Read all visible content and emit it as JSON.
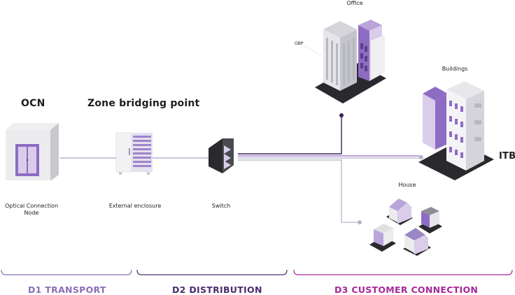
{
  "labels": {
    "ocn_title": "OCN",
    "zone_title": "Zone bridging point",
    "ocn_caption": "Optical Connection Node",
    "enclosure_caption": "External enclosure",
    "switch_caption": "Switch",
    "office": "Office",
    "obp": "OBP",
    "buildings": "Buildings",
    "itb": "ITB",
    "house": "House"
  },
  "sections": [
    {
      "label": "D1 TRANSPORT",
      "color": "#8b6fb8"
    },
    {
      "label": "D2 DISTRIBUTION",
      "color": "#4a2d6e"
    },
    {
      "label": "D3 CUSTOMER CONNECTION",
      "color": "#a6279a"
    }
  ],
  "colors": {
    "purple": "#8e6cc4",
    "light_purple": "#d9cdea",
    "dark_purple": "#3b2453",
    "line": "#b9b3c4",
    "magenta": "#a6279a",
    "grey": "#e8e8ea",
    "dark": "#2a2a2e"
  }
}
